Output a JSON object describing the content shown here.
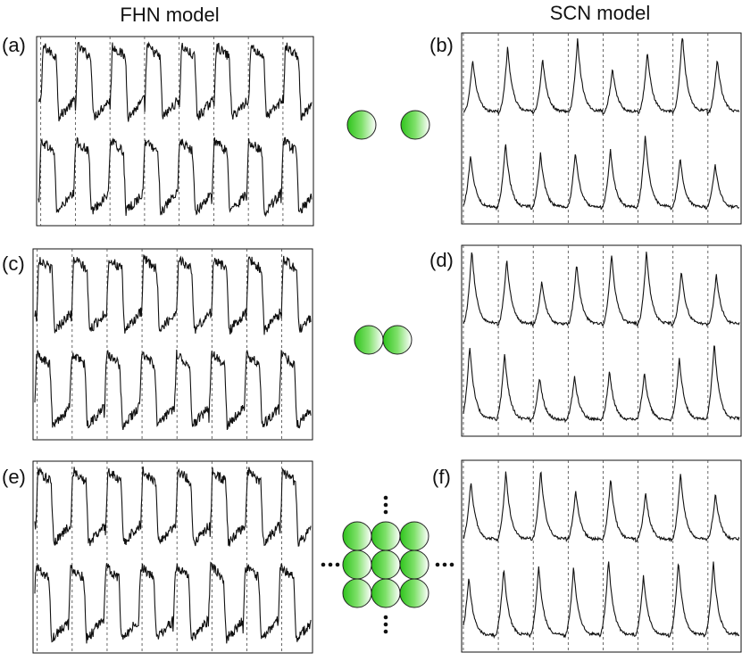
{
  "columns": {
    "left_title": "FHN model",
    "right_title": "SCN model"
  },
  "panels": [
    {
      "id": "a",
      "label": "(a)",
      "model": "FHN",
      "coupling": "two separated cells"
    },
    {
      "id": "b",
      "label": "(b)",
      "model": "SCN",
      "coupling": "two separated cells"
    },
    {
      "id": "c",
      "label": "(c)",
      "model": "FHN",
      "coupling": "two touching cells"
    },
    {
      "id": "d",
      "label": "(d)",
      "model": "SCN",
      "coupling": "two touching cells"
    },
    {
      "id": "e",
      "label": "(e)",
      "model": "FHN",
      "coupling": "lattice of cells"
    },
    {
      "id": "f",
      "label": "(f)",
      "model": "SCN",
      "coupling": "lattice of cells"
    }
  ],
  "cell_style": {
    "fill_light": "#ffffff",
    "fill_dark": "#2fc41d",
    "stroke": "#222222"
  },
  "trace_color": "#111111",
  "ellipsis_symbol": "⋮"
}
